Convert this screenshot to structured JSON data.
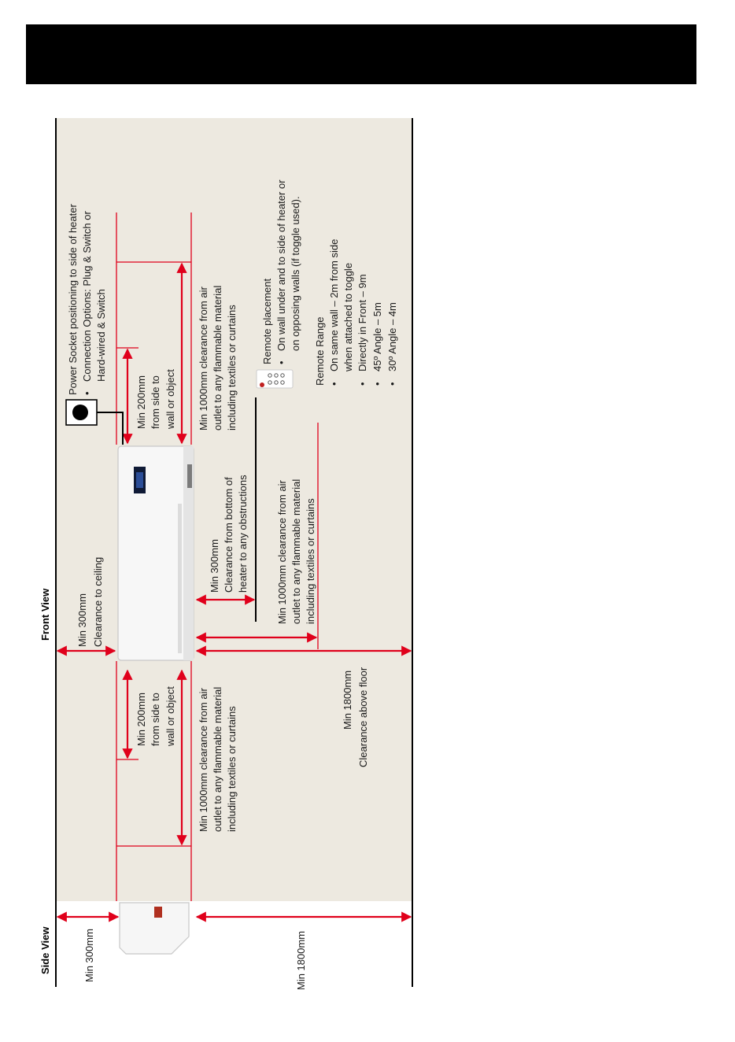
{
  "diagram": {
    "front_view_label": "Front View",
    "side_view_label": "Side View",
    "ceiling": {
      "line1": "Min 300mm",
      "line2": "Clearance to ceiling"
    },
    "side_ceiling": "Min 300mm",
    "side_floor": "Min 1800mm",
    "floor": {
      "line1": "Min 1800mm",
      "line2": "Clearance above floor"
    },
    "side_clear": {
      "line1": "Min 200mm",
      "line2": "from side to",
      "line3": "wall or object"
    },
    "flammable": {
      "line1": "Min 1000mm clearance from air",
      "line2": "outlet to any flammable material",
      "line3": "including textiles or curtains"
    },
    "bottom_clear": {
      "line1": "Min 300mm",
      "line2": "Clearance from bottom of",
      "line3": "heater to any obstructions"
    },
    "power": {
      "line1": "Power Socket positioning to side of heater",
      "line2": "Connection Options: Plug & Switch or",
      "line3": "Hard-wired & Switch"
    },
    "remote_placement": {
      "title": "Remote placement",
      "line1": "On wall under and to side of heater or",
      "line2": "on opposing walls (if toggle used)."
    },
    "remote_range": {
      "title": "Remote Range",
      "line1": "On same wall – 2m from side",
      "line2": "when attached to toggle",
      "line3": "Directly in Front – 9m",
      "line4": "45º Angle – 5m",
      "line5": "30º Angle – 4m"
    },
    "bullet": "•",
    "colors": {
      "dimension": "#e0001b",
      "panel": "#ede9e0",
      "wall": "#000000"
    }
  }
}
